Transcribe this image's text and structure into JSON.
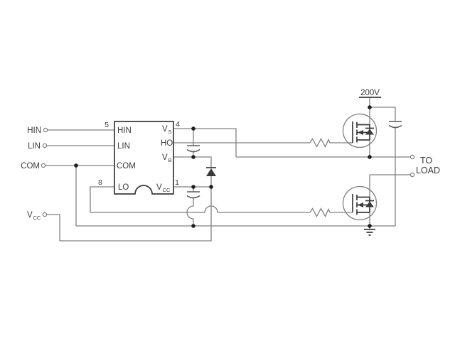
{
  "figure": {
    "description": "Schematic of a high/low-side gate driver IC driving two N-channel MOSFETs in a half-bridge from a 200V bus, with bootstrap diode, bootstrap capacitor, VCC bypass capacitor, bus capacitor and gate resistors",
    "background": "#ffffff"
  },
  "colors": {
    "wire": "#818181",
    "component": "#3a3a3a",
    "text": "#3a3a3a"
  },
  "ic": {
    "left_pins": [
      {
        "number": "5",
        "label": "HIN"
      },
      {
        "number": "",
        "label": "LIN"
      },
      {
        "number": "",
        "label": "COM"
      },
      {
        "number": "8",
        "label": "LO"
      }
    ],
    "right_pins": [
      {
        "number": "4",
        "base": "V",
        "sub": "S"
      },
      {
        "number": "",
        "base": "HO",
        "sub": ""
      },
      {
        "number": "",
        "base": "V",
        "sub": "B"
      },
      {
        "number": "1",
        "base": "V",
        "sub": "CC"
      }
    ]
  },
  "terminals": {
    "hin": "HIN",
    "lin": "LIN",
    "com": "COM",
    "vcc_base": "V",
    "vcc_sub": "CC",
    "supply": "200V",
    "to": "TO",
    "load": "LOAD"
  },
  "components": {
    "high_side_mosfet": "n-channel-mosfet-with-body-diode",
    "low_side_mosfet": "n-channel-mosfet-with-body-diode",
    "bootstrap_diode": "diode",
    "bootstrap_capacitor": "capacitor",
    "vcc_bypass_capacitor": "capacitor",
    "bus_capacitor": "capacitor",
    "gate_resistor_high": "resistor",
    "gate_resistor_low": "resistor",
    "ground": "earth-ground-symbol"
  }
}
